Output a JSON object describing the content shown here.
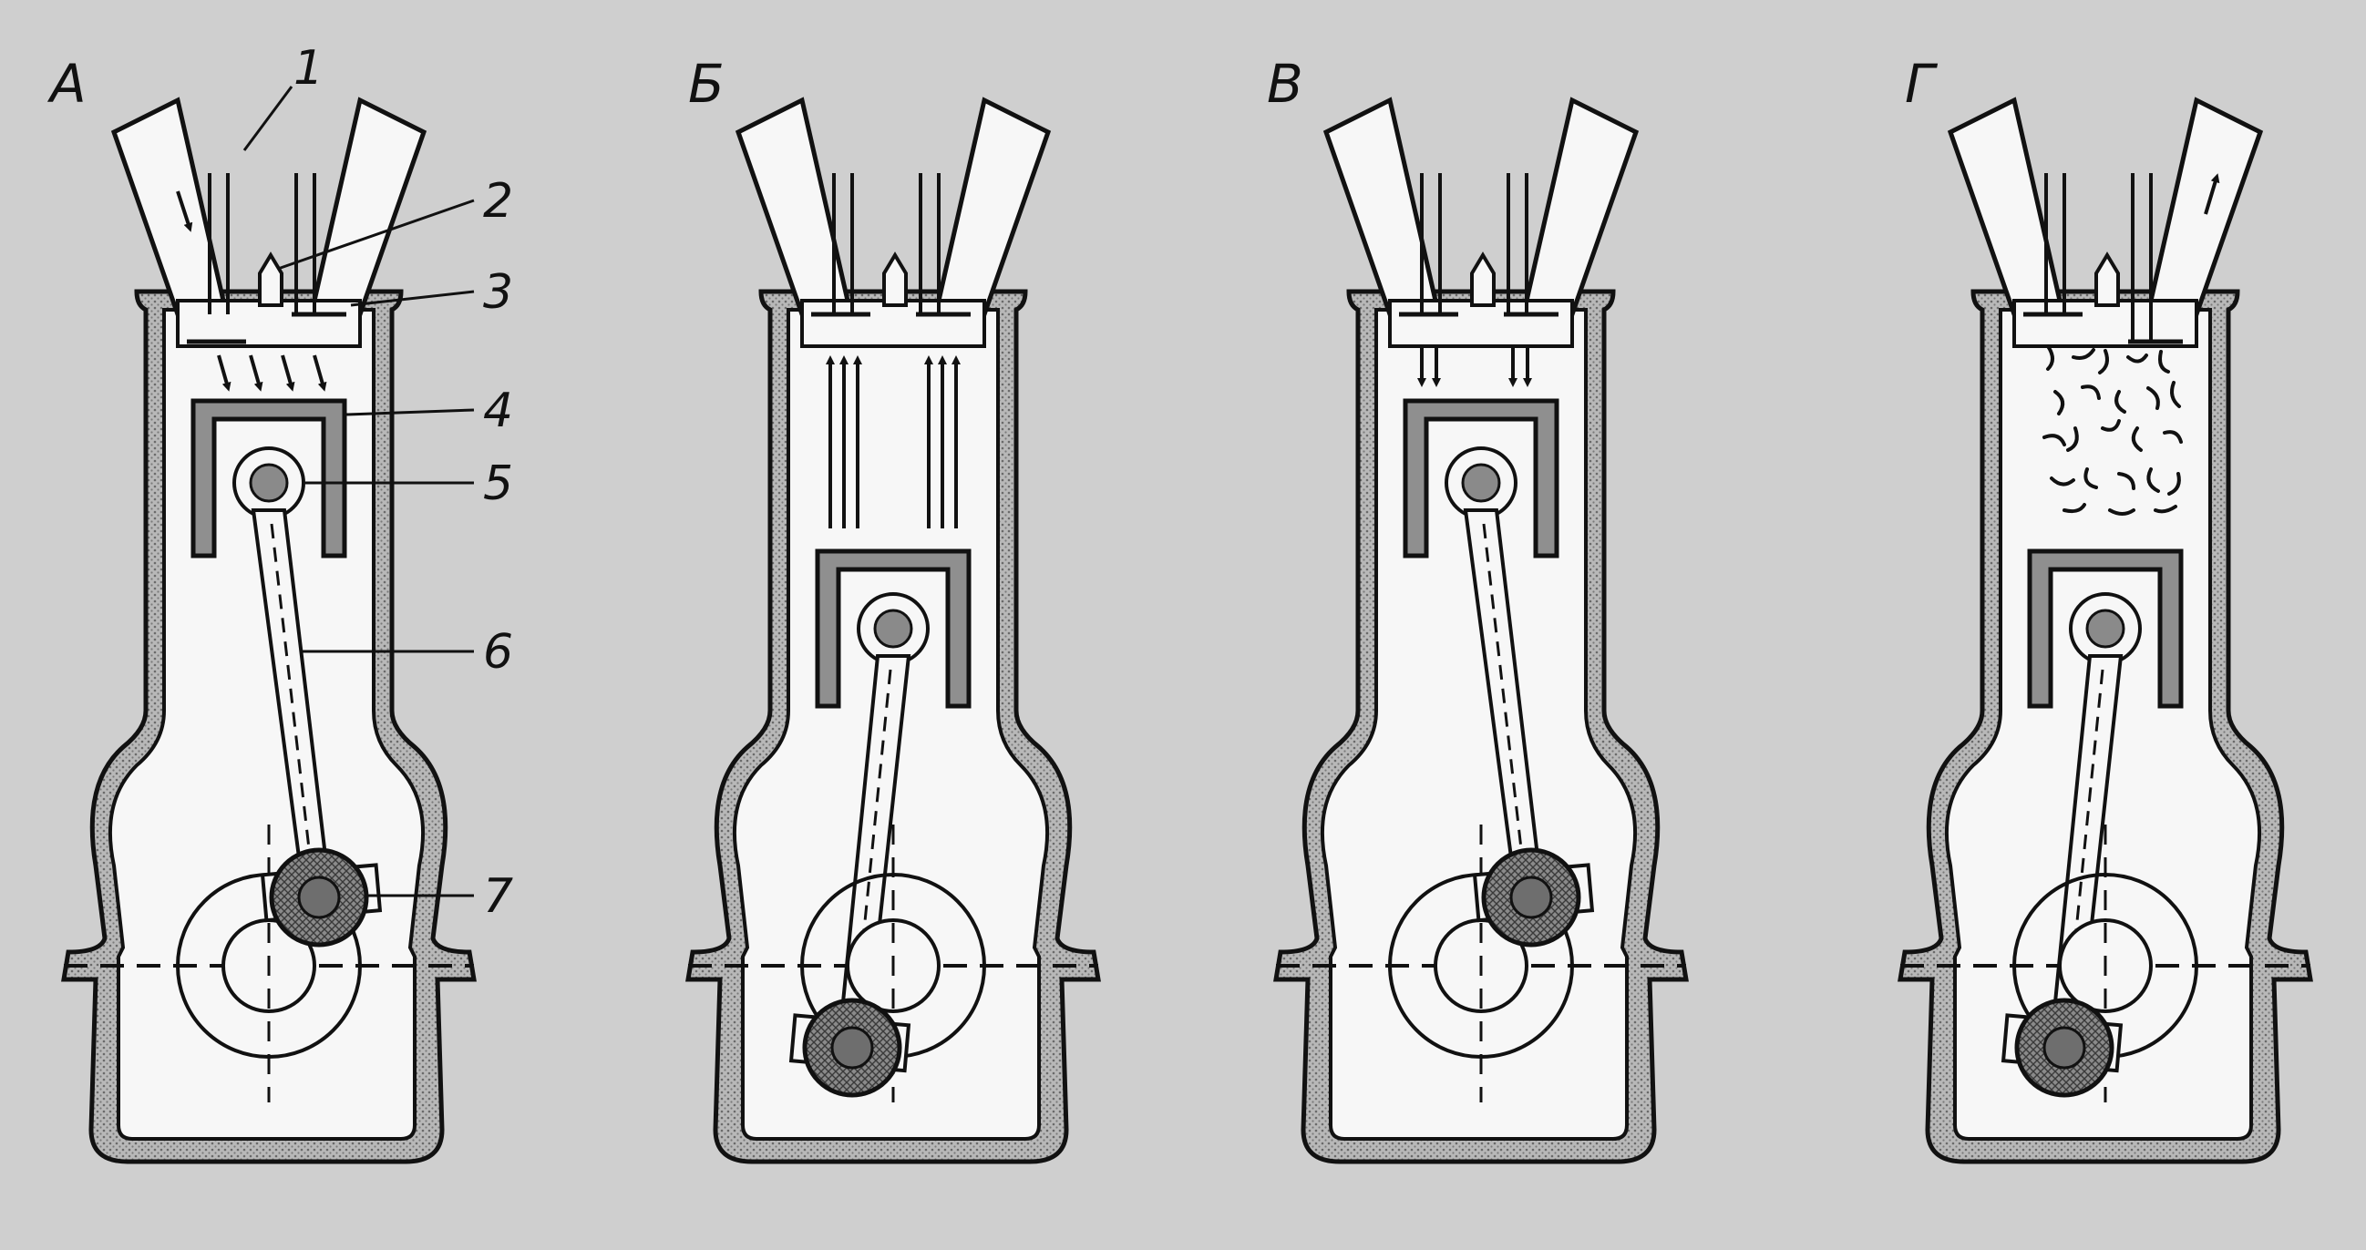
{
  "panels": [
    {
      "letter": "А",
      "stroke": "intake"
    },
    {
      "letter": "Б",
      "stroke": "compression"
    },
    {
      "letter": "В",
      "stroke": "power"
    },
    {
      "letter": "Г",
      "stroke": "exhaust"
    }
  ],
  "callouts": [
    "1",
    "2",
    "3",
    "4",
    "5",
    "6",
    "7"
  ],
  "colors": {
    "background": "#cfcfcf",
    "wall_fill": "#a9a9a9",
    "interior": "#f7f7f7",
    "line": "#111111",
    "counterweight": "#6e6e6e"
  }
}
